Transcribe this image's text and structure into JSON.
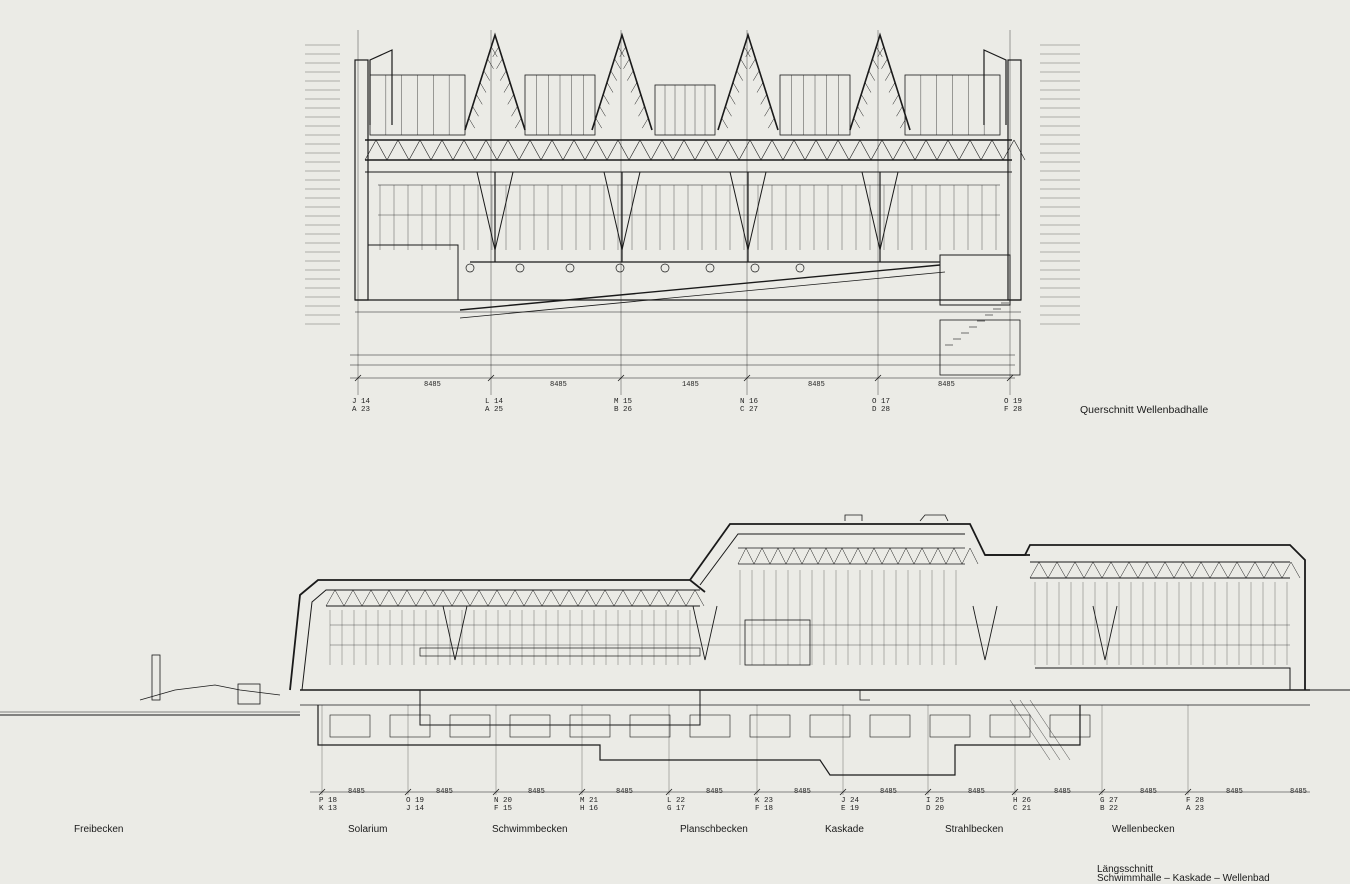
{
  "cross_section": {
    "title": "Querschnitt Wellenbadhalle",
    "bay_dimensions": [
      "8485",
      "8485",
      "1485",
      "8485",
      "8485"
    ],
    "axis_labels": [
      "J 14\nA 23",
      "L 14\nA 25",
      "M 15\nB 26",
      "N 16\nC 27",
      "O 17\nD 28",
      "O 19\nF 28"
    ]
  },
  "longitudinal_section": {
    "title_line1": "Längsschnitt",
    "title_line2": "Schwimmhalle – Kaskade – Wellenbad",
    "zones": [
      "Freibecken",
      "Solarium",
      "Schwimmbecken",
      "Planschbecken",
      "Kaskade",
      "Strahlbecken",
      "Wellenbecken"
    ],
    "bay_dimensions": [
      "8485",
      "8485",
      "8485",
      "8485",
      "8485",
      "8485",
      "8485",
      "8485",
      "8485",
      "8485",
      "8485",
      "8485"
    ],
    "axis_labels": [
      "P 18\nK 13",
      "O 19\nJ 14",
      "N 20\nF 15",
      "M 21\nH 16",
      "L 22\nG 17",
      "K 23\nF 18",
      "J 24\nE 19",
      "I 25\nD 20",
      "H 26\nC 21",
      "G 27\nB 22",
      "F 28\nA 23"
    ]
  },
  "colors": {
    "paper": "#ebebe6",
    "ink": "#1a1a1a"
  }
}
